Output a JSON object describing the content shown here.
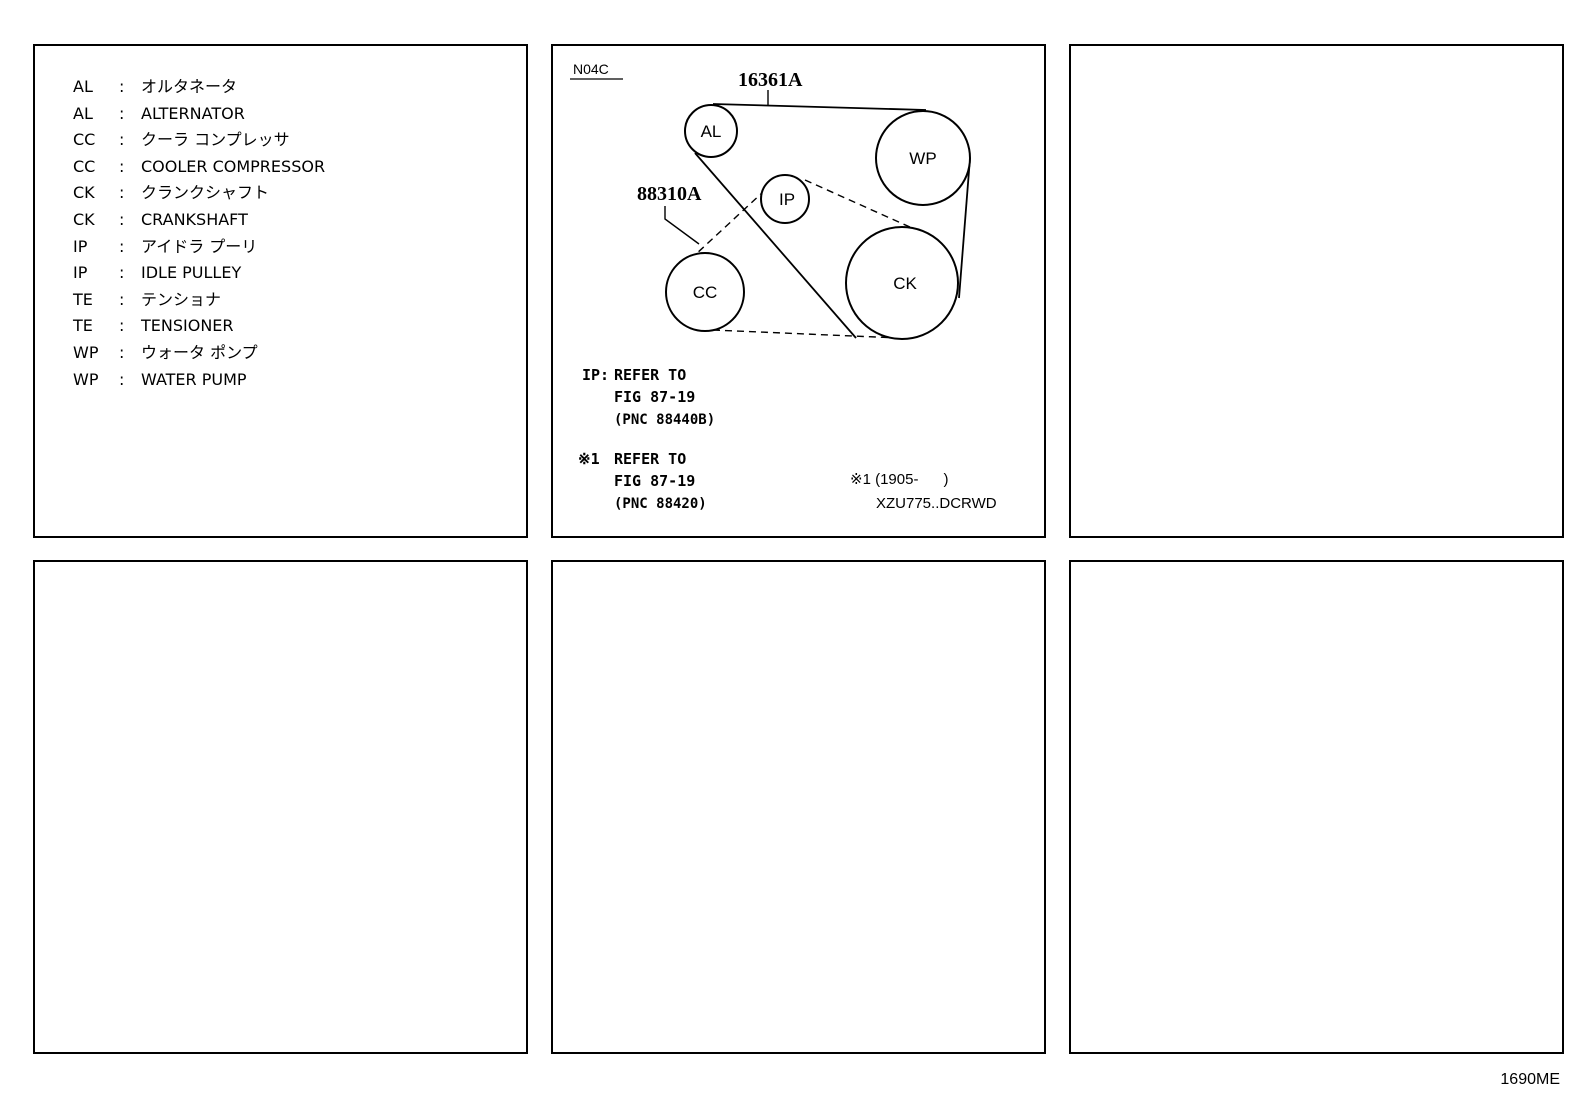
{
  "legend": [
    {
      "code": "AL",
      "desc": "オルタネータ"
    },
    {
      "code": "AL",
      "desc": "ALTERNATOR"
    },
    {
      "code": "CC",
      "desc": "クーラ コンプレッサ"
    },
    {
      "code": "CC",
      "desc": "COOLER COMPRESSOR"
    },
    {
      "code": "CK",
      "desc": "クランクシャフト"
    },
    {
      "code": "CK",
      "desc": "CRANKSHAFT"
    },
    {
      "code": "IP",
      "desc": "アイドラ プーリ"
    },
    {
      "code": "IP",
      "desc": "IDLE PULLEY"
    },
    {
      "code": "TE",
      "desc": "テンショナ"
    },
    {
      "code": "TE",
      "desc": "TENSIONER"
    },
    {
      "code": "WP",
      "desc": "ウォータ ポンプ"
    },
    {
      "code": "WP",
      "desc": "WATER PUMP"
    }
  ],
  "legend_colon": ":",
  "diagram": {
    "engine_code": "N04C",
    "part_belt_main": "16361A",
    "part_belt_cc": "88310A",
    "pulleys": {
      "al": "AL",
      "wp": "WP",
      "ip": "IP",
      "cc": "CC",
      "ck": "CK"
    },
    "note_ip": {
      "prefix": "IP:",
      "line1": "REFER TO",
      "line2": "FIG 87-19",
      "line3": "(PNC 88440B)"
    },
    "note_ref1": {
      "prefix": "※1",
      "line1": "REFER TO",
      "line2": "FIG 87-19",
      "line3": "(PNC 88420)"
    },
    "footnote": {
      "line1": "※1 (1905-      )",
      "line2": "XZU775..DCRWD"
    }
  },
  "figure_id": "1690ME"
}
